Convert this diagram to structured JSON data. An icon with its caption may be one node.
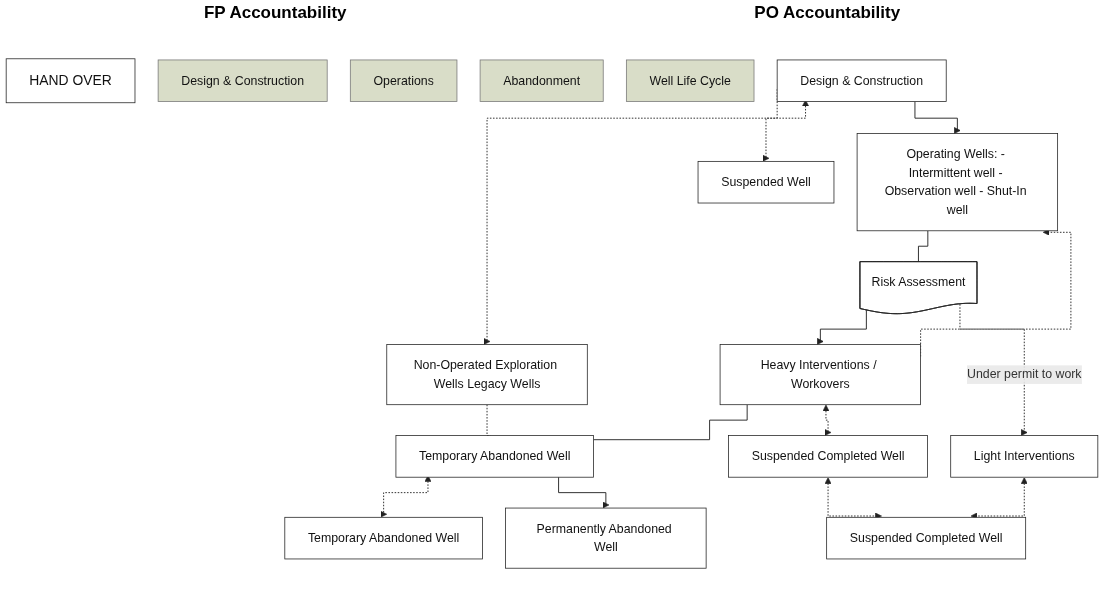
{
  "diagram": {
    "nodes": [
      {
        "text": [
          "Design & Construction"
        ]
      },
      {
        "text": [
          "Non-Operated Exploration Wells Legacy Wells"
        ]
      },
      {
        "text": [
          "Suspended Well"
        ]
      },
      {
        "text": [
          "HAND OVER"
        ]
      },
      {
        "text": [
          "Operating Wells: - Intermittent well - Observation well - Shut-In well"
        ]
      },
      {
        "text": [
          "Heavy Interventions / Workovers"
        ]
      },
      {
        "text": [
          "Risk Assessment"
        ]
      },
      {
        "text": [
          "Light Interventions"
        ]
      },
      {
        "text": [
          "Suspended Completed Well"
        ]
      },
      {
        "text": [
          "Suspended Completed Well"
        ]
      },
      {
        "text": [
          "Temporary Abandoned Well"
        ]
      },
      {
        "text": [
          "Temporary Abandoned Well"
        ]
      },
      {
        "text": [
          "Permanently Abandoned Well"
        ]
      },
      {
        "text": [
          "Design & Construction"
        ]
      },
      {
        "text": [
          "Operations"
        ]
      },
      {
        "text": [
          "Abandonment"
        ]
      },
      {
        "text": [
          "Well Life Cycle"
        ]
      }
    ],
    "edges": [
      {
        "from": 0,
        "to": 1,
        "arrow": "to",
        "style": "dashed"
      },
      {
        "from": 0,
        "to": 2,
        "arrow": "both",
        "style": "dashed"
      },
      {
        "from": 0,
        "to": 4,
        "arrow": "to"
      },
      {
        "from": 1,
        "to": 10,
        "arrow": "none",
        "style": "dashed"
      },
      {
        "from": 5,
        "to": 10,
        "arrow": "none"
      },
      {
        "from": 5,
        "to": 4,
        "arrow": "to",
        "style": "dashed"
      },
      {
        "from": 4,
        "to": 6,
        "arrow": "none"
      },
      {
        "from": 6,
        "to": 5,
        "arrow": "to"
      },
      {
        "from": 6,
        "to": 7,
        "arrow": "to",
        "style": "dashed",
        "label": "Under permit to work"
      },
      {
        "from": 5,
        "to": 8,
        "arrow": "both",
        "style": "dashed"
      },
      {
        "from": 7,
        "to": 9,
        "arrow": "both",
        "style": "dashed"
      },
      {
        "from": 8,
        "to": 9,
        "arrow": "both",
        "style": "dashed"
      },
      {
        "from": 10,
        "to": 11,
        "arrow": "both",
        "style": "dashed"
      },
      {
        "from": 10,
        "to": 12,
        "arrow": "to"
      }
    ],
    "labels": [
      "FP Accountability",
      "PO Accountability"
    ]
  }
}
